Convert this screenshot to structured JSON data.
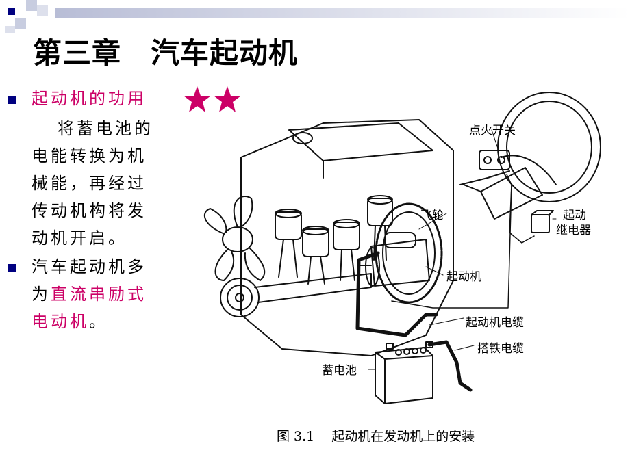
{
  "slide": {
    "title": "第三章　汽车起动机",
    "accent_color": "#cc0066",
    "bullet_color": "#000080"
  },
  "bullets": [
    {
      "heading": "起动机的功用",
      "body_lines": [
        "将蓄电池的",
        "电能转换为机",
        "械能，再经过",
        "传动机构将发",
        "动机开启。"
      ]
    },
    {
      "line1": "汽车起动机多",
      "line2_prefix": "为",
      "line2_highlight": "直流串励式",
      "line3_highlight": "电动机",
      "line3_suffix": "。"
    }
  ],
  "figure": {
    "labels": {
      "ignition": "点火开关",
      "flywheel": "飞轮",
      "relay_line1": "起动",
      "relay_line2": "继电器",
      "starter": "起动机",
      "starter_cable": "起动机电缆",
      "ground_cable": "搭铁电缆",
      "battery": "蓄电池"
    },
    "caption": "图 3.1　 起动机在发动机上的安装"
  }
}
